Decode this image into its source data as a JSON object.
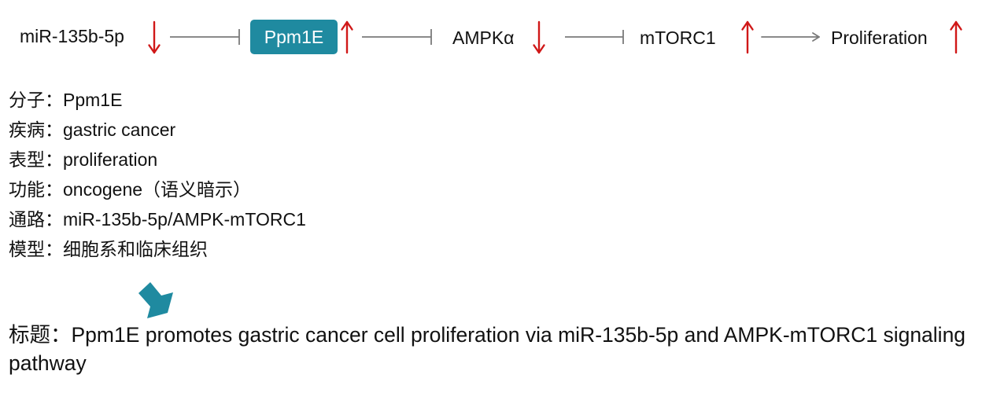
{
  "pathway": {
    "nodes": [
      {
        "label": "miR-135b-5p",
        "direction": "down"
      },
      {
        "label": "Ppm1E",
        "direction": "up",
        "highlighted": true
      },
      {
        "label": "AMPKα",
        "direction": "down"
      },
      {
        "label": "mTORC1",
        "direction": "up"
      },
      {
        "label": "Proliferation",
        "direction": "up"
      }
    ],
    "links": [
      {
        "type": "inhibits"
      },
      {
        "type": "inhibits"
      },
      {
        "type": "inhibits"
      },
      {
        "type": "activates"
      }
    ]
  },
  "info": [
    {
      "key": "分子：",
      "value": "Ppm1E"
    },
    {
      "key": "疾病：",
      "value": "gastric cancer"
    },
    {
      "key": "表型：",
      "value": "proliferation"
    },
    {
      "key": "功能：",
      "value": "oncogene（语义暗示）"
    },
    {
      "key": "通路：",
      "value": "miR-135b-5p/AMPK-mTORC1"
    },
    {
      "key": "模型：",
      "value": "细胞系和临床组织"
    }
  ],
  "title": {
    "key": "标题：",
    "text": "Ppm1E promotes gastric cancer cell proliferation via miR-135b-5p and AMPK-mTORC1 signaling pathway"
  },
  "colors": {
    "accent": "#1f8aa0",
    "arrow_red": "#d01818",
    "connector_gray": "#7a7a7a",
    "text": "#111111"
  },
  "icons": {
    "down_arrow": "down-arrow-icon",
    "up_arrow": "up-arrow-icon",
    "pointer": "diagonal-arrow-icon"
  }
}
